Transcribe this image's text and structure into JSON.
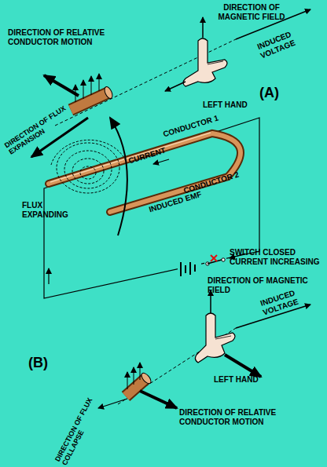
{
  "diagram": {
    "labels": [
      "DIRECTION OF MAGNETIC FIELD",
      "DIRECTION OF RELATIVE CONDUCTOR MOTION",
      "INDUCED VOLTAGE",
      "(A)",
      "LEFT HAND",
      "DIRECTION OF FLUX EXPANSION",
      "CONDUCTOR 1",
      "FLUX EXPANDING",
      "CURRENT",
      "CONDUCTOR 2",
      "INDUCED EMF",
      "SWITCH CLOSED CURRENT INCREASING",
      "DIRECTION OF MAGNETIC FIELD",
      "INDUCED VOLTAGE",
      "(B)",
      "LEFT HAND",
      "DIRECTION OF RELATIVE CONDUCTOR MOTION",
      "DIRECTION OF FLUX COLLAPSE"
    ]
  }
}
